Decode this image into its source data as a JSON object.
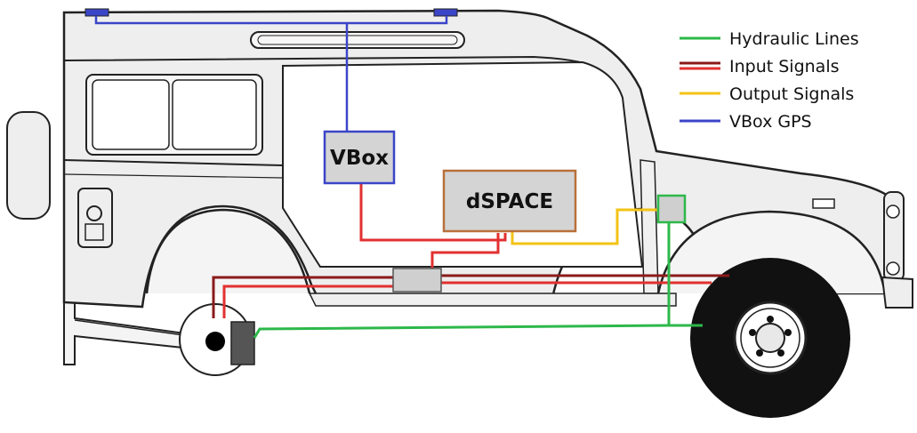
{
  "diagram": {
    "boxes": {
      "vbox": {
        "label": "VBox",
        "border": "#3b45c8",
        "fill": "#d4d4d4"
      },
      "dspace": {
        "label": "dSPACE",
        "border": "#b8703a",
        "fill": "#d4d4d4"
      }
    },
    "legend": [
      {
        "label": "Hydraulic Lines",
        "colors": [
          "#2db84a"
        ]
      },
      {
        "label": "Input Signals",
        "colors": [
          "#8b1a1a",
          "#e23030"
        ]
      },
      {
        "label": "Output Signals",
        "colors": [
          "#f3c316"
        ]
      },
      {
        "label": "VBox GPS",
        "colors": [
          "#3b45c8"
        ]
      }
    ],
    "colors": {
      "hydraulic": "#2db84a",
      "input_dark": "#8b1a1a",
      "input_light": "#e23030",
      "output": "#f3c316",
      "gps": "#3b45c8",
      "body_fill": "#eeeeee",
      "body_stroke": "#222222"
    }
  }
}
